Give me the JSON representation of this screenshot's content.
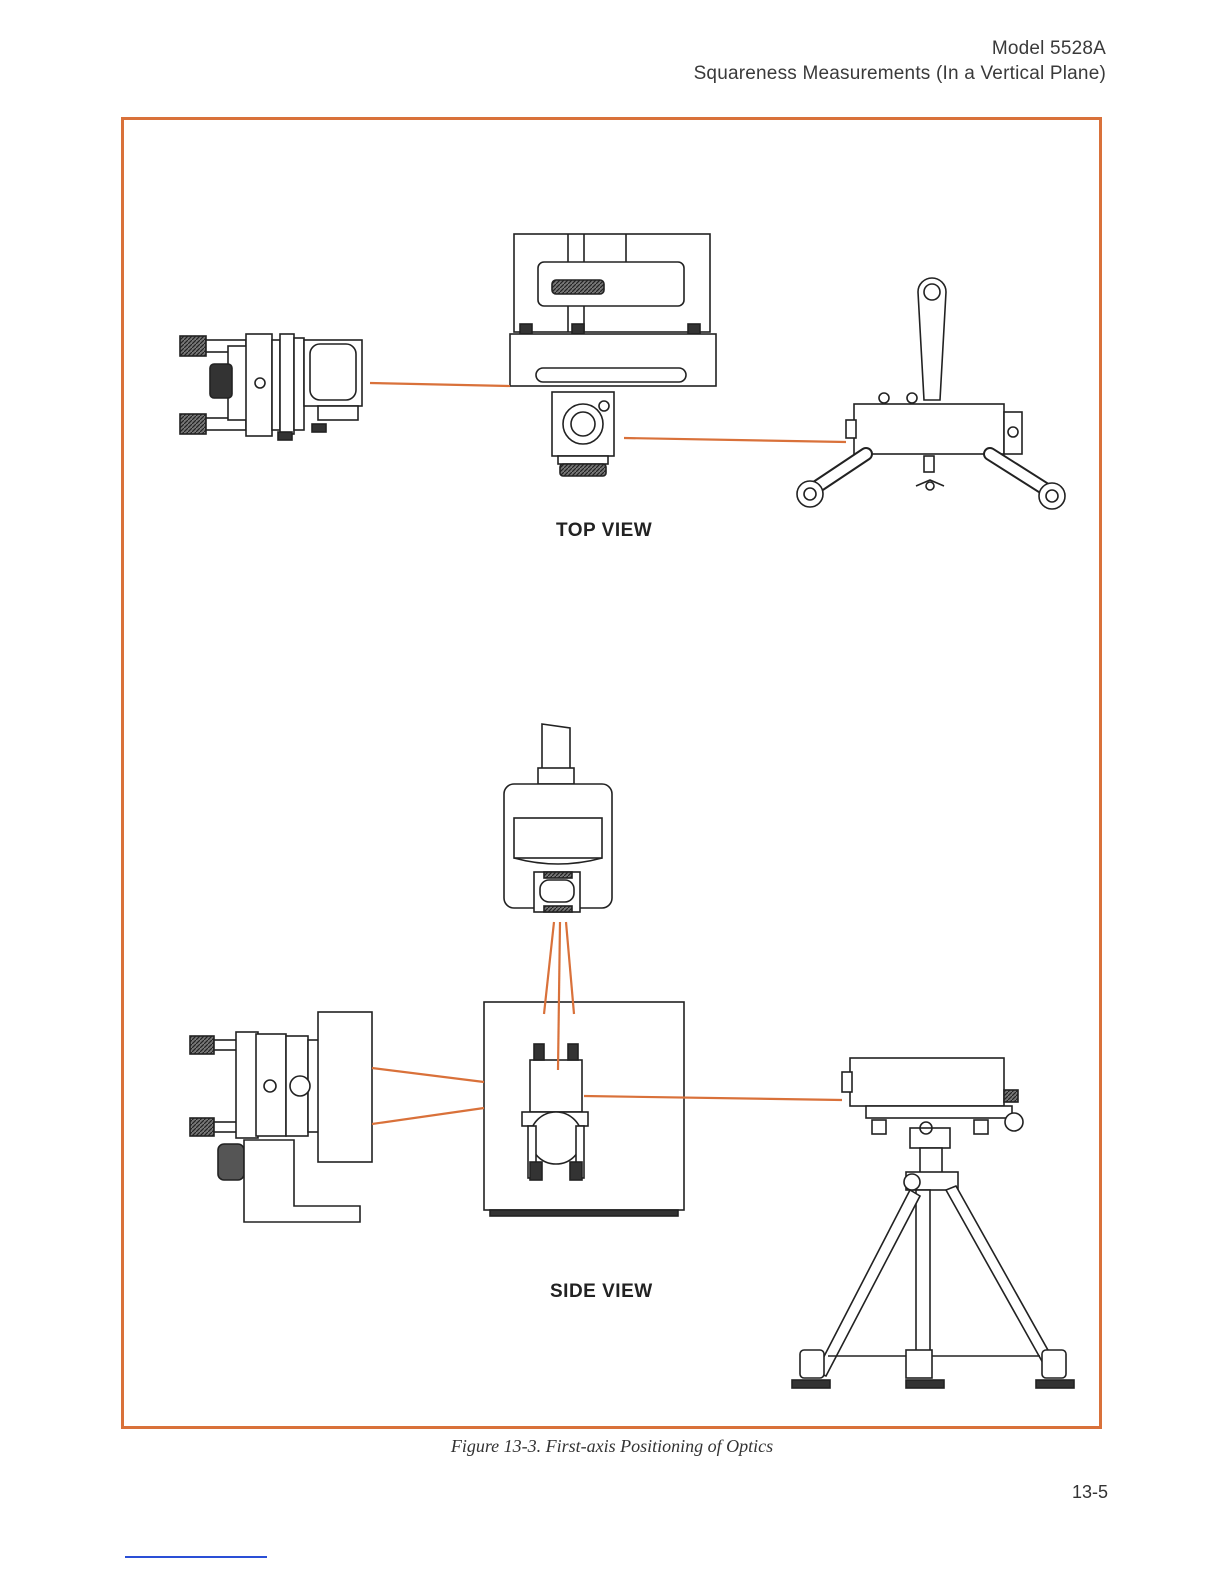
{
  "header": {
    "model": "Model 5528A",
    "section": "Squareness Measurements (In a Vertical Plane)"
  },
  "figure": {
    "top_view_label": "TOP VIEW",
    "side_view_label": "SIDE VIEW",
    "caption": "Figure 13-3. First-axis Positioning of Optics",
    "border_color": "#d9713a",
    "beam_color": "#d9713a"
  },
  "page_number": "13-5"
}
